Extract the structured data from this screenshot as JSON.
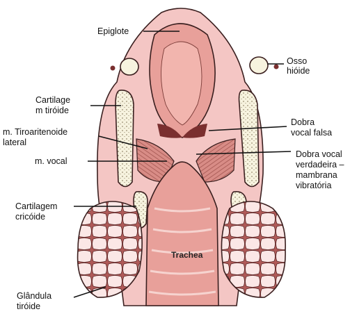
{
  "labels": {
    "epiglote": "Epiglote",
    "osso_hioide_1": "Osso",
    "osso_hioide_2": "hióide",
    "cartilagem_tiroide_1": "Cartilage",
    "cartilagem_tiroide_2": "m tiróide",
    "tiroaritenoide_1": "m. Tiroaritenoide",
    "tiroaritenoide_2": "lateral",
    "m_vocal": "m. vocal",
    "dobra_falsa_1": "Dobra",
    "dobra_falsa_2": "vocal falsa",
    "dobra_verdadeira_1": "Dobra vocal",
    "dobra_verdadeira_2": "verdadeira –",
    "dobra_verdadeira_3": "mambrana",
    "dobra_verdadeira_4": "vibratória",
    "cartilagem_cricoide_1": "Cartilagem",
    "cartilagem_cricoide_2": "cricóide",
    "trachea": "Trachea",
    "glandula_1": "Glândula",
    "glandula_2": "tiróide"
  },
  "colors": {
    "tissue_pink": "#f4c6c4",
    "mucosa": "#e8a09a",
    "muscle": "#c97c76",
    "cartilage": "#f7f3df",
    "gland_lobule": "#fbe7e6",
    "outline": "#3a1f1f",
    "lumen_dark": "#7a2f2f"
  }
}
